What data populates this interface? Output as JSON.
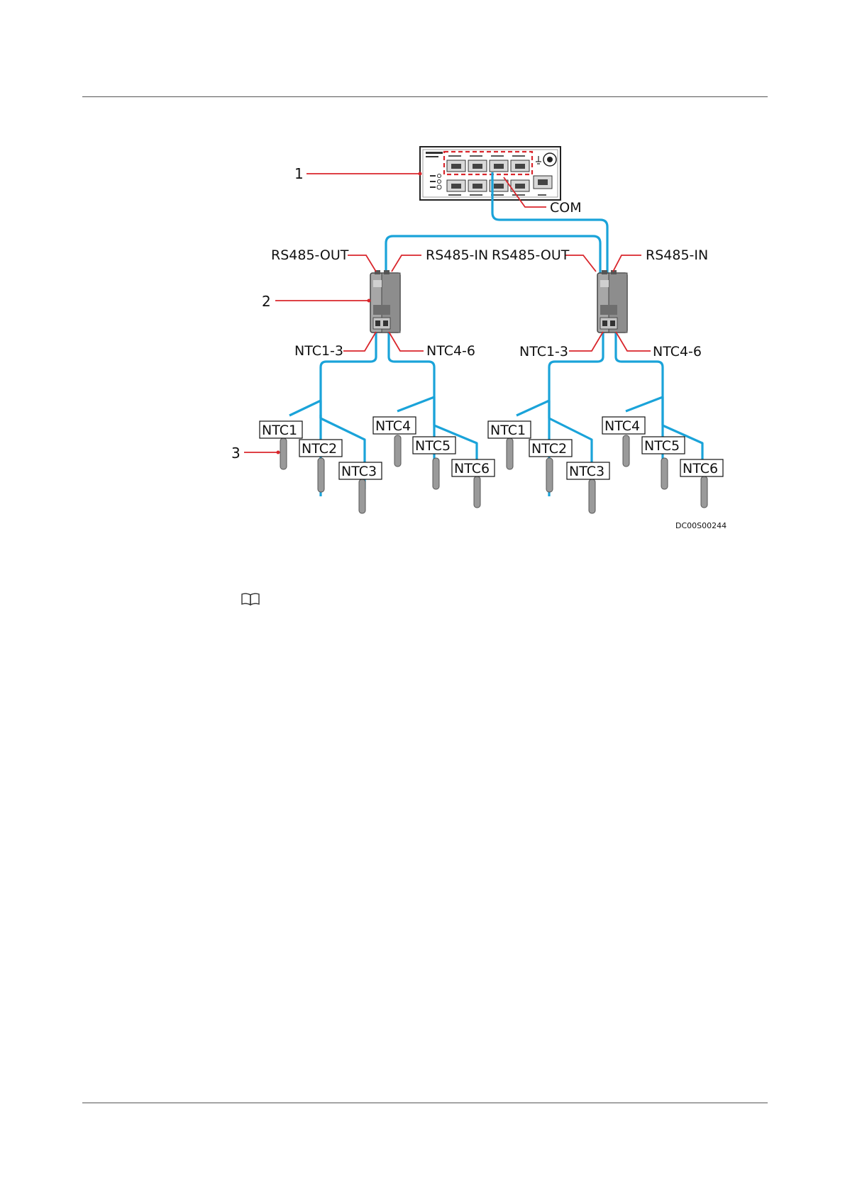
{
  "callouts": [
    "1",
    "2",
    "3"
  ],
  "ports": {
    "com": "COM",
    "rs485_out": "RS485-OUT",
    "rs485_in": "RS485-IN",
    "ntc_1_3": "NTC1-3",
    "ntc_4_6": "NTC4-6"
  },
  "sensors": [
    "NTC1",
    "NTC2",
    "NTC3",
    "NTC4",
    "NTC5",
    "NTC6"
  ],
  "figure_code": "DC00S00244",
  "icons": {
    "note": "book-icon"
  },
  "colors": {
    "cable": "#1aa3d9",
    "leader": "#d9262c",
    "device": "#9a9a9a"
  }
}
